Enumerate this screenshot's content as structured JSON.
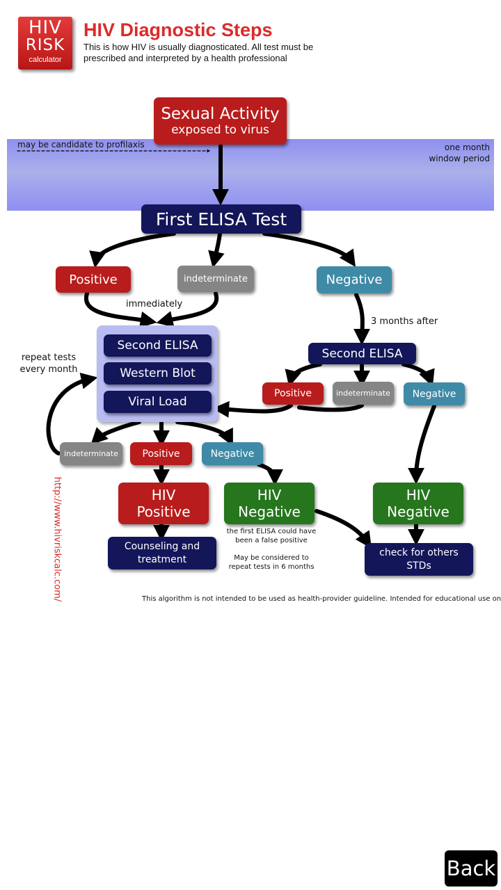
{
  "header": {
    "logo_line1": "HIV",
    "logo_line2": "RISK",
    "logo_line3": "calculator",
    "title": "HIV Diagnostic Steps",
    "subtitle": "This is how HIV is usually diagnosticated. All test must be prescribed and interpreted by a health professional"
  },
  "band": {
    "left_note": "may be candidate to profilaxis",
    "right_note_line1": "one month",
    "right_note_line2": "window period"
  },
  "nodes": {
    "sexual_activity": "Sexual Activity",
    "exposed_to_virus": "exposed to virus",
    "first_elisa": "First ELISA Test",
    "positive_1": "Positive",
    "indeterminate_1": "indeterminate",
    "negative_1": "Negative",
    "immediately": "immediately",
    "three_months_after": "3 months after",
    "second_elisa_left": "Second ELISA",
    "western_blot": "Western Blot",
    "viral_load": "Viral Load",
    "repeat_tests_line1": "repeat tests",
    "repeat_tests_line2": "every month",
    "second_elisa_right": "Second ELISA",
    "positive_2": "Positive",
    "indeterminate_2": "indeterminate",
    "negative_2": "Negative",
    "indeterminate_3": "indeterminate",
    "positive_3": "Positive",
    "negative_3": "Negative",
    "hiv_positive_line1": "HIV",
    "hiv_positive_line2": "Positive",
    "hiv_negative_left_line1": "HIV",
    "hiv_negative_left_line2": "Negative",
    "hiv_negative_right_line1": "HIV",
    "hiv_negative_right_line2": "Negative",
    "counseling_line1": "Counseling and",
    "counseling_line2": "treatment",
    "false_positive_line1": "the first ELISA could have",
    "false_positive_line2": "been a false positive",
    "repeat_6mo_line1": "May be considered to",
    "repeat_6mo_line2": "repeat tests in 6 months",
    "check_stds_line1": "check for others",
    "check_stds_line2": "STDs"
  },
  "disclaimer": "This algorithm is not intended to be used as health-provider guideline. Intended for educational use only.",
  "url": "http://www.hivriskcalc.com/",
  "back_button": "Back",
  "colors": {
    "red": "#b91c1c",
    "navy": "#14165a",
    "gray": "#858585",
    "teal": "#3f8aa6",
    "green": "#26761d",
    "band": "#9ca2ec",
    "title_red": "#dc2a2a"
  }
}
